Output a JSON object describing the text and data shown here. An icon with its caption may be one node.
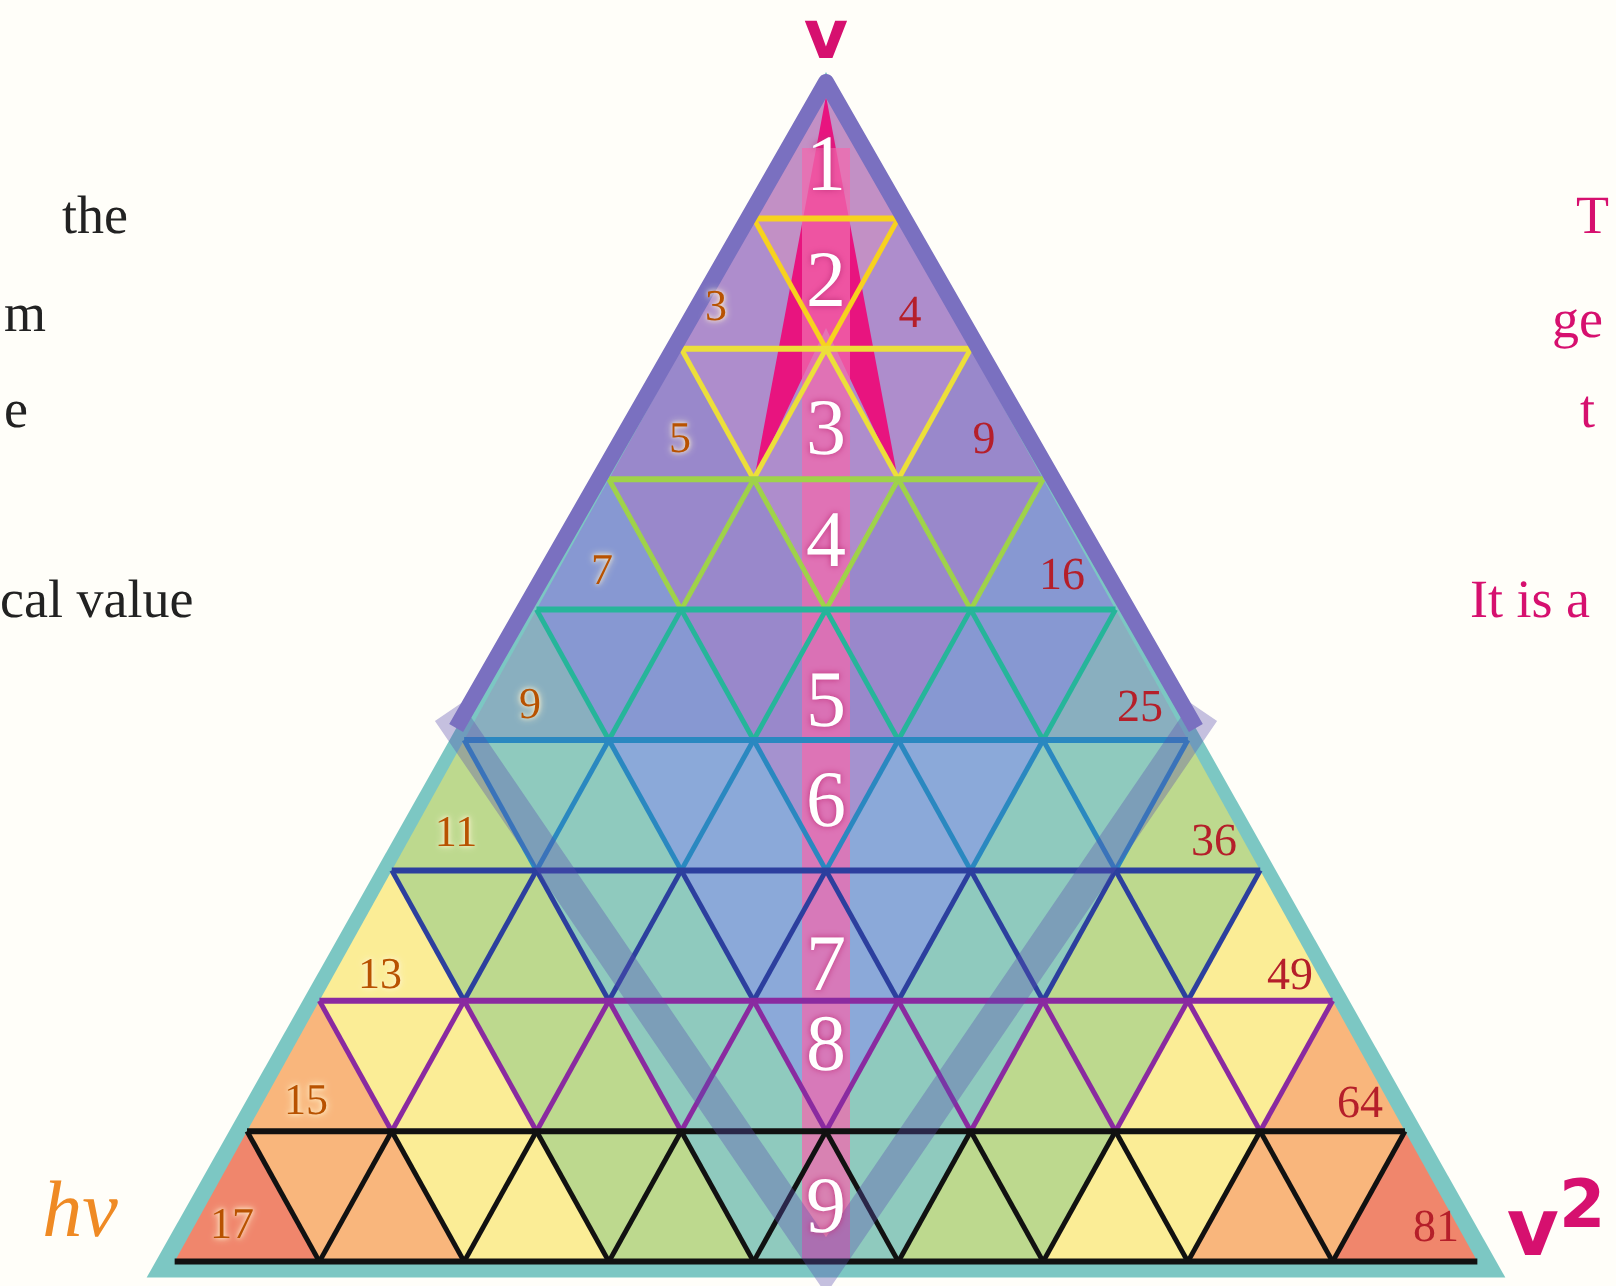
{
  "diagram": {
    "labels": [
      "v",
      "the",
      "T",
      "m",
      "ge",
      "e",
      "t",
      "cal value",
      "It is a",
      "1",
      "3",
      "2",
      "4",
      "5",
      "3",
      "9",
      "7",
      "4",
      "16",
      "9",
      "5",
      "25",
      "6",
      "11",
      "36",
      "13",
      "7",
      "49",
      "8",
      "15",
      "64",
      "hv",
      "17",
      "9",
      "81",
      "v$^{2}$"
    ]
  }
}
